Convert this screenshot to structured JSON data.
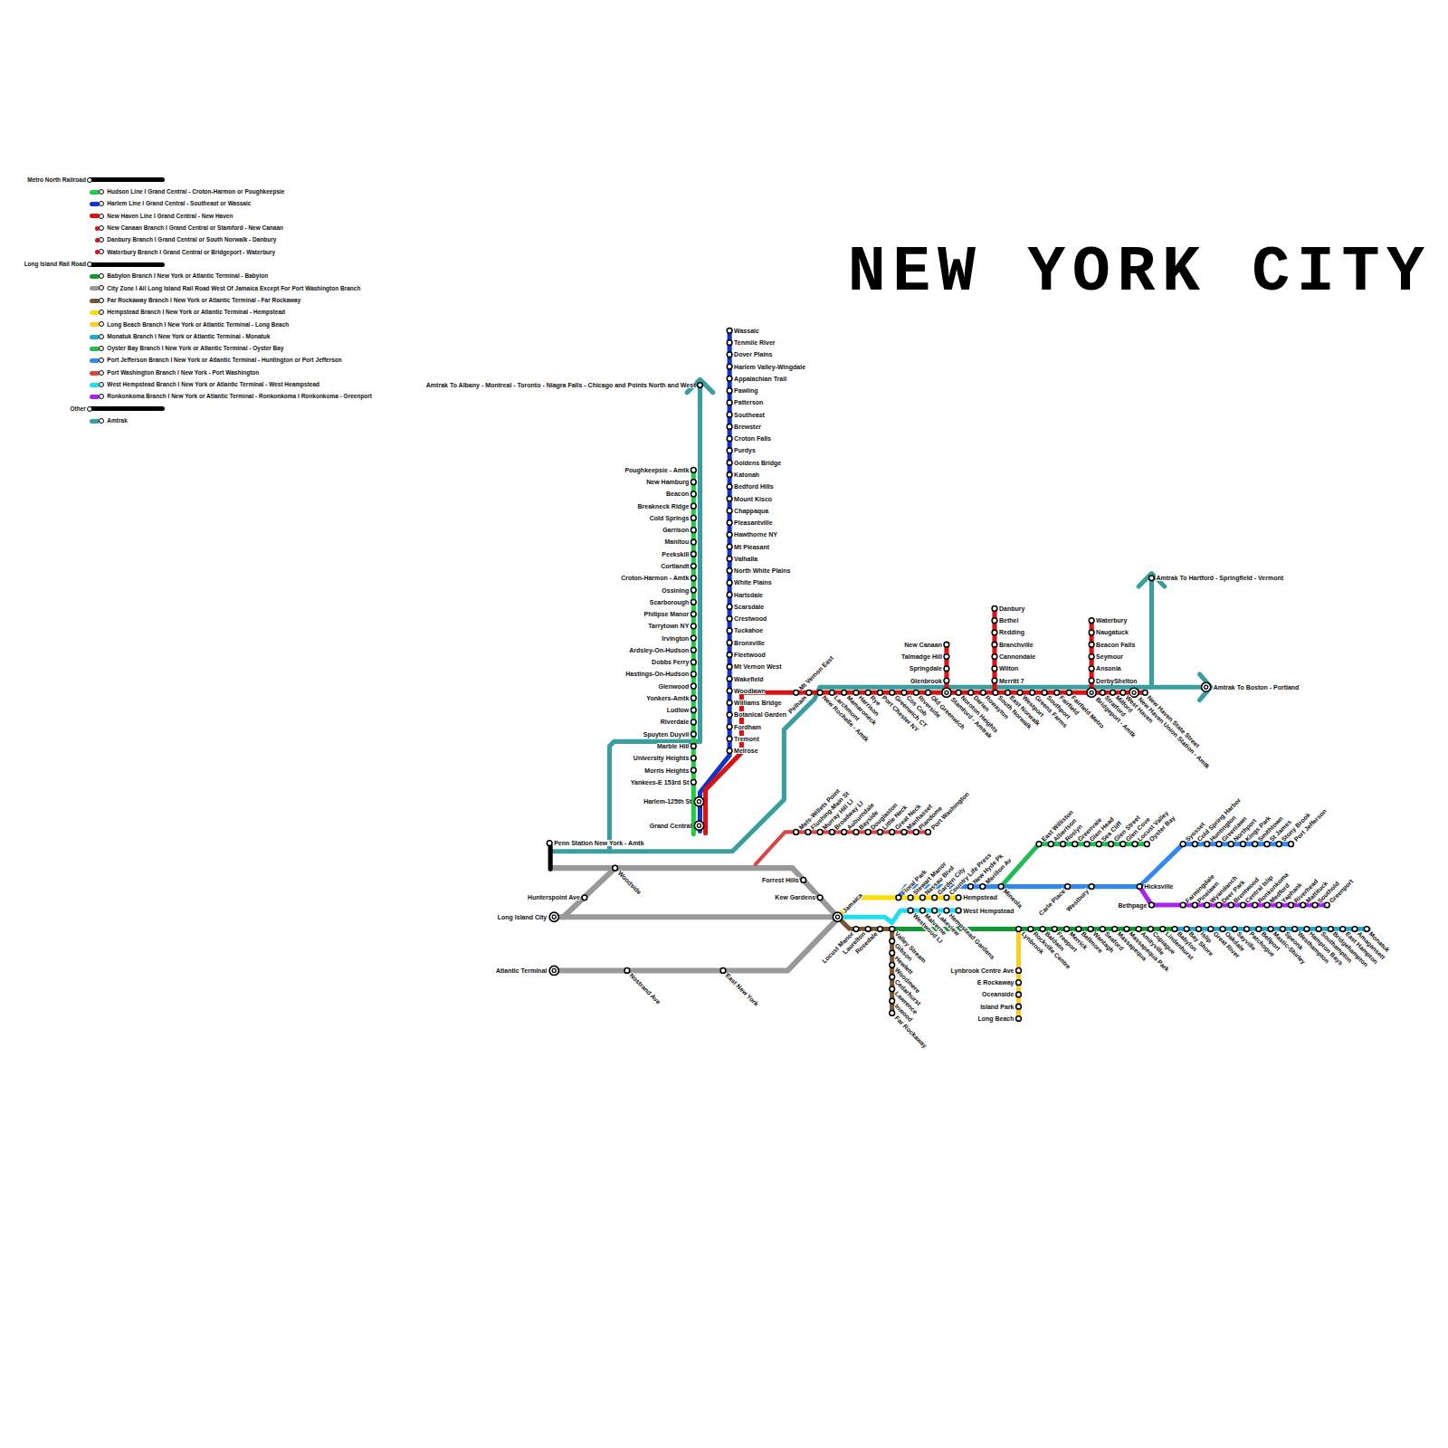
{
  "diagram": {
    "title": "NEW YORK CITY",
    "labels": [
      "Poughkeepsie - Amtk",
      "New Hamburg",
      "Beacon",
      "Breakneck Ridge",
      "Cold Springs",
      "Garrison",
      "Manitou",
      "Peekskill",
      "Cortlandt",
      "Croton-Harmon - Amtk",
      "Ossining",
      "Scarborough",
      "Philipse Manor",
      "Tarrytown NY",
      "Irvington",
      "Ardsley-On-Hudson",
      "Dobbs Ferry",
      "Hastings-On-Hudson",
      "Glenwood",
      "Yonkers-Amtk",
      "Ludlow",
      "Riverdale",
      "Spuyten Duyvil",
      "Marble Hill",
      "University Heights",
      "Morris Heights",
      "Yankees-E 153rd St",
      "Harlem-125th St",
      "Grand Central",
      "Wassaic",
      "Tenmile River",
      "Dover Plains",
      "Harlem Valley-Wingdale",
      "Appalachian Trail",
      "Pawling",
      "Patterson",
      "Southeast",
      "Brewster",
      "Croton Falls",
      "Purdys",
      "Goldens Bridge",
      "Katonah",
      "Bedford Hills",
      "Mount Kisco",
      "Chappaqua",
      "Pleasantville",
      "Hawthorne NY",
      "Mt Pleasant",
      "Valhalla",
      "North White Plains",
      "White Plains",
      "Hartsdale",
      "Scarsdale",
      "Crestwood",
      "Tuckahoe",
      "Bronxville",
      "Fleetwood",
      "Mt Vernon West",
      "Wakefield",
      "Woodlawn",
      "Williams Bridge",
      "Botanical Garden",
      "Fordham",
      "Tremont",
      "Melrose",
      "Amtrak To Albany - Montreal - Toronto - Niagra Falls - Chicago and Points North and West",
      "Penn Station New York - Amtk",
      "Amtrak To Hartford - Springfield - Vermont",
      "Amtrak To Boston - Portland",
      "Mt Vernon East",
      "Pelham",
      "New Rochelle - Amtk",
      "Larchmont",
      "Mamaroneck",
      "Harrison",
      "Rye",
      "Port Chester NY",
      "Greenwich CT",
      "Cos Cob",
      "Riverside",
      "Old Greenwich",
      "Stamford - Amtrak",
      "Noroton Heights",
      "Darien",
      "Rowayton",
      "South Norwalk",
      "East Norwalk",
      "Westport",
      "Greens Farms",
      "Southport",
      "Fairfield",
      "Fairfield Metro",
      "Bridgeport - Amtk",
      "Stratford",
      "Milford",
      "West Haven",
      "New Haven Union Station - Amtk",
      "New Haven State Street",
      "New Canaan",
      "Talmadge Hill",
      "Springdale",
      "Glenbrook",
      "Danbury",
      "Bethel",
      "Redding",
      "Branchville",
      "Cannondale",
      "Wilton",
      "Merritt 7",
      "Waterbury",
      "Naugatuck",
      "Beacon Falls",
      "Seymour",
      "Ansonia",
      "DerbyShelton",
      "Mets-Willets Point",
      "Flushing-Main St",
      "Murray Hill LI",
      "Broadway LI",
      "Auburndale",
      "Bayside",
      "Douglaston",
      "Little Neck",
      "Great Neck",
      "Manhasset",
      "Plandome",
      "Port Washington",
      "Woodside",
      "Hunterspoint Ave",
      "Long Island City",
      "Forrest Hills",
      "Kew Gardens",
      "Jamaica",
      "Atlantic Terminal",
      "Nostrand Ave",
      "East New York",
      "Locust Manor",
      "Laurelton",
      "Rosedale",
      "Valley Stream",
      "Gibson",
      "Hewlett",
      "Woodmere",
      "Cedarhurst",
      "Lawrence",
      "Inwood",
      "Far Rockaway",
      "Lynbrook",
      "Rockville Centre",
      "Baldwin",
      "Freeport",
      "Merrick",
      "Bellmore",
      "Wantagh",
      "Seaford",
      "Massapequa",
      "Massapequa Park",
      "Amityville",
      "Copiague",
      "Lindenhurst",
      "Babylon",
      "Bay Shore",
      "Islip",
      "Great River",
      "Oakdale",
      "Sayville",
      "Patchogue",
      "Bellport",
      "Mastic-Shirley",
      "Speonk",
      "Westhampton",
      "Hampton Bays",
      "Southampton",
      "Bridgehampton",
      "East Hampton",
      "Amagansett",
      "Monatuk",
      "Lynbrook Centre Ave",
      "E Rockaway",
      "Oceanside",
      "Island Park",
      "Long Beach",
      "Floral Park",
      "Stewart Manor",
      "Nassau Blvd",
      "Garden City",
      "Country Life Press",
      "Hempstead",
      "New Hyde Pk",
      "Merillon Av",
      "Mineola",
      "Carle Place",
      "Westbury",
      "Hicksville",
      "East Williston",
      "Albertson",
      "Roslyn",
      "Greenvale",
      "Glen Head",
      "Sea Cliff",
      "Glen Street",
      "Glen Cove",
      "Locust Valley",
      "Oyster Bay",
      "Syosset",
      "Cold Spring Harbor",
      "Huntington",
      "Greenlawn",
      "Northport",
      "Kings Park",
      "Smithtown",
      "St James",
      "Stony Brook",
      "Port Jefferson",
      "Bethpage",
      "Farmingdale",
      "Pinelawn",
      "Wyandanch",
      "Deer Park",
      "Brentwood",
      "Central Islip",
      "Ronkonkoma",
      "Medford",
      "Yaphank",
      "Riverhead",
      "Mattituck",
      "Southold",
      "Greenport",
      "Westwood LI",
      "Malverne",
      "Lakeview",
      "Hempstead Gardens",
      "West Hempstead"
    ],
    "legend": [
      {
        "text": "Metro North Railroad",
        "color": "#000000"
      },
      {
        "text": "Hudson Line I Grand Central - Croton-Harmon or Poughkeepsie",
        "color": "#22cc44"
      },
      {
        "text": "Harlem Line I Grand Central - Southeast or Wassaic",
        "color": "#1133cc"
      },
      {
        "text": "New Haven Line I Grand Central - New Haven",
        "color": "#dd1111"
      },
      {
        "text": "New Canaan Branch I Grand Central or Stamford - New Canaan",
        "color": "#dd1111"
      },
      {
        "text": "Danbury Branch I Grand Central or South Norwalk - Danbury",
        "color": "#dd1111"
      },
      {
        "text": "Waterbury Branch I Grand Central or Bridgeport - Waterbury",
        "color": "#dd1111"
      },
      {
        "text": "Long Island Rail Road",
        "color": "#000000"
      },
      {
        "text": "Babylon Branch I New York or Atlantic Terminal - Babylon",
        "color": "#119933"
      },
      {
        "text": "City Zone I All Long Island Rail Road West Of Jamaica Except For Port Washington Branch",
        "color": "#999999"
      },
      {
        "text": "Far Rockaway Branch I New York or Atlantic Terminal - Far Rockaway",
        "color": "#775533"
      },
      {
        "text": "Hempstead Branch I New York or Atlantic Terminal - Hempstead",
        "color": "#ffdd00"
      },
      {
        "text": "Long Beach Branch I New York or Atlantic Terminal - Long Beach",
        "color": "#ffcc22"
      },
      {
        "text": "Monatuk Branch I New York or Atlantic Terminal - Monatuk",
        "color": "#22aacc"
      },
      {
        "text": "Oyster Bay Branch I New York or Atlantic Terminal - Oyster Bay",
        "color": "#22bb55"
      },
      {
        "text": "Port Jefferson Branch I New York or Atlantic Terminal - Huntington or Port Jefferson",
        "color": "#3388ee"
      },
      {
        "text": "Port Washington Branch I New York - Port Washington",
        "color": "#dd4444"
      },
      {
        "text": "West Hempstead Branch I New York or Atlantic Terminal - West Heampstead",
        "color": "#22ddee"
      },
      {
        "text": "Ronkonkoma Branch I New York or Atlantic Terminal - Ronkonkoma I Ronkonkoma - Greenport",
        "color": "#aa22ee"
      },
      {
        "text": "Other",
        "color": "#000000"
      },
      {
        "text": "Amtrak",
        "color": "#3a9e9e"
      }
    ]
  }
}
